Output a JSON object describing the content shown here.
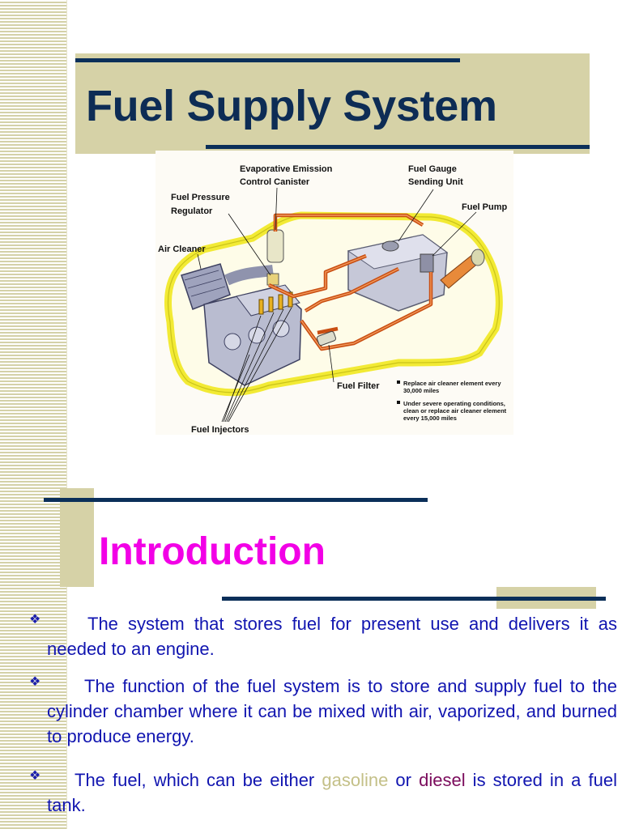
{
  "title": "Fuel Supply System",
  "diagram": {
    "labels": {
      "evap": [
        "Evaporative Emission",
        "Control Canister"
      ],
      "gauge": [
        "Fuel Gauge",
        "Sending Unit"
      ],
      "regulator": [
        "Fuel Pressure",
        "Regulator"
      ],
      "pump": "Fuel Pump",
      "air_cleaner": "Air Cleaner",
      "filter": "Fuel Filter",
      "injectors": "Fuel Injectors"
    },
    "notes": [
      [
        "Replace air cleaner element every",
        "30,000 miles"
      ],
      [
        "Under severe operating conditions,",
        "clean or replace air cleaner element",
        "every 15,000 miles"
      ]
    ]
  },
  "intro": {
    "heading": "Introduction",
    "bullet_symbol": "❖",
    "bullets": [
      {
        "text": "The system that stores fuel for present use and delivers it as needed to an engine."
      },
      {
        "text": "The function of the fuel system is to store and supply fuel to the cylinder chamber where it can be mixed with air, vaporized, and burned to produce energy."
      },
      {
        "before": "The fuel, which can be either ",
        "gasoline": "gasoline",
        "middle": " or ",
        "diesel": "diesel",
        "after": " is stored in a fuel tank."
      }
    ]
  },
  "colors": {
    "navy": "#0d2c55",
    "khaki": "#d6d2a7",
    "magenta": "#f200e6",
    "body_blue": "#1115b0"
  }
}
